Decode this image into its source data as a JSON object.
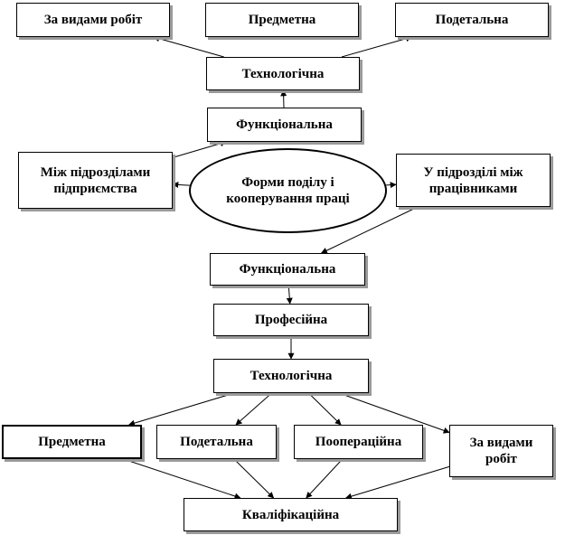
{
  "diagram": {
    "nodes": {
      "top_za_vydamy": "За видами робіт",
      "top_predmetna": "Предметна",
      "top_podetalna": "Подетальна",
      "tech_top": "Технологічна",
      "func_top": "Функціональна",
      "mizh": "Між підрозділами підприємства",
      "center": "Форми поділу і кооперування праці",
      "u_pidrozdili": "У підрозділі між працівниками",
      "func_mid": "Функціональна",
      "profesiina": "Професійна",
      "tech_bottom": "Технологічна",
      "b_predmetna": "Предметна",
      "b_podetalna": "Подетальна",
      "b_pooperatsiina": "Поопераційна",
      "b_za_vydamy": "За видами робіт",
      "kvalifikatsiina": "Кваліфікаційна"
    },
    "edges": [
      {
        "from": "mizh",
        "to": "func_top"
      },
      {
        "from": "func_top",
        "to": "tech_top"
      },
      {
        "from": "tech_top",
        "to": "top_za_vydamy"
      },
      {
        "from": "tech_top",
        "to": "top_podetalna"
      },
      {
        "from": "center",
        "to": "mizh"
      },
      {
        "from": "center",
        "to": "u_pidrozdili"
      },
      {
        "from": "u_pidrozdili",
        "to": "func_mid"
      },
      {
        "from": "func_mid",
        "to": "profesiina"
      },
      {
        "from": "profesiina",
        "to": "tech_bottom"
      },
      {
        "from": "tech_bottom",
        "to": "b_predmetna"
      },
      {
        "from": "tech_bottom",
        "to": "b_podetalna"
      },
      {
        "from": "tech_bottom",
        "to": "b_pooperatsiina"
      },
      {
        "from": "tech_bottom",
        "to": "b_za_vydamy"
      },
      {
        "from": "b_predmetna",
        "to": "kvalifikatsiina"
      },
      {
        "from": "b_podetalna",
        "to": "kvalifikatsiina"
      },
      {
        "from": "b_pooperatsiina",
        "to": "kvalifikatsiina"
      },
      {
        "from": "b_za_vydamy",
        "to": "kvalifikatsiina"
      }
    ],
    "colors": {
      "line": "#000000",
      "shadow": "#9a9a9a",
      "background": "#ffffff"
    }
  }
}
